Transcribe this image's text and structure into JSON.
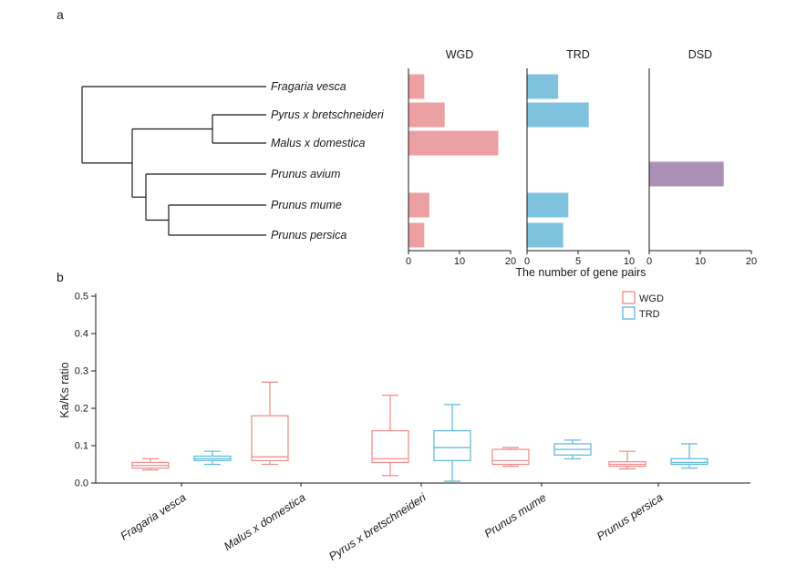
{
  "figure": {
    "panel_a_label": "a",
    "panel_b_label": "b"
  },
  "colors": {
    "wgd_fill": "#EDA0A2",
    "trd_fill": "#7FC2DE",
    "dsd_fill": "#AC8FB5",
    "wgd_stroke": "#F0908F",
    "trd_stroke": "#66BBDC",
    "axis": "#1a1a1a"
  },
  "chart_data": [
    {
      "type": "bar",
      "panel": "a",
      "orientation": "horizontal",
      "xlabel": "The number of gene pairs",
      "species": [
        "Fragaria vesca",
        "Pyrus x bretschneideri",
        "Malus x domestica",
        "Prunus avium",
        "Prunus mume",
        "Prunus persica"
      ],
      "subpanels": [
        {
          "title": "WGD",
          "color_key": "wgd_fill",
          "xlim": [
            0,
            20
          ],
          "ticks": [
            0,
            10,
            20
          ],
          "values": [
            3,
            7,
            17.5,
            0,
            4,
            3
          ]
        },
        {
          "title": "TRD",
          "color_key": "trd_fill",
          "xlim": [
            0,
            10
          ],
          "ticks": [
            0,
            5,
            10
          ],
          "values": [
            3,
            6,
            0,
            0,
            4,
            3.5
          ]
        },
        {
          "title": "DSD",
          "color_key": "dsd_fill",
          "xlim": [
            0,
            20
          ],
          "ticks": [
            0,
            10,
            20
          ],
          "values": [
            0,
            0,
            0,
            14.5,
            0,
            0
          ]
        }
      ],
      "tree": {
        "x": 90,
        "children": [
          {
            "name": "Fragaria vesca"
          },
          {
            "x": 145,
            "children": [
              {
                "x": 233,
                "children": [
                  {
                    "name": "Pyrus x bretschneideri"
                  },
                  {
                    "name": "Malus x domestica"
                  }
                ]
              },
              {
                "x": 160,
                "children": [
                  {
                    "name": "Prunus avium"
                  },
                  {
                    "x": 185,
                    "children": [
                      {
                        "name": "Prunus mume"
                      },
                      {
                        "name": "Prunus persica"
                      }
                    ]
                  }
                ]
              }
            ]
          }
        ]
      }
    },
    {
      "type": "boxplot",
      "panel": "b",
      "ylabel": "Ka/Ks ratio",
      "ylim": [
        0,
        0.5
      ],
      "yticks": [
        "0.0",
        "0.1",
        "0.2",
        "0.3",
        "0.4",
        "0.5"
      ],
      "categories": [
        "Fragaria vesca",
        "Malus x domestica",
        "Pyrus x bretschneideri",
        "Prunus mume",
        "Prunus persica"
      ],
      "legend": [
        {
          "label": "WGD",
          "color_key": "wgd_stroke"
        },
        {
          "label": "TRD",
          "color_key": "trd_stroke"
        }
      ],
      "series": [
        {
          "name": "WGD",
          "color_key": "wgd_stroke",
          "boxes": [
            {
              "category": "Fragaria vesca",
              "low": 0.035,
              "q1": 0.04,
              "median": 0.047,
              "q3": 0.055,
              "high": 0.065
            },
            {
              "category": "Malus x domestica",
              "low": 0.05,
              "q1": 0.06,
              "median": 0.07,
              "q3": 0.18,
              "high": 0.27
            },
            {
              "category": "Pyrus x bretschneideri",
              "low": 0.02,
              "q1": 0.055,
              "median": 0.065,
              "q3": 0.14,
              "high": 0.235
            },
            {
              "category": "Prunus mume",
              "low": 0.045,
              "q1": 0.05,
              "median": 0.06,
              "q3": 0.09,
              "high": 0.095
            },
            {
              "category": "Prunus persica",
              "low": 0.038,
              "q1": 0.045,
              "median": 0.05,
              "q3": 0.057,
              "high": 0.085
            }
          ]
        },
        {
          "name": "TRD",
          "color_key": "trd_stroke",
          "boxes": [
            {
              "category": "Fragaria vesca",
              "low": 0.05,
              "q1": 0.06,
              "median": 0.065,
              "q3": 0.072,
              "high": 0.085
            },
            {
              "category": "Pyrus x bretschneideri",
              "low": 0.005,
              "q1": 0.06,
              "median": 0.095,
              "q3": 0.14,
              "high": 0.21
            },
            {
              "category": "Prunus mume",
              "low": 0.065,
              "q1": 0.075,
              "median": 0.09,
              "q3": 0.105,
              "high": 0.115
            },
            {
              "category": "Prunus persica",
              "low": 0.04,
              "q1": 0.05,
              "median": 0.055,
              "q3": 0.065,
              "high": 0.105
            }
          ]
        }
      ]
    }
  ]
}
